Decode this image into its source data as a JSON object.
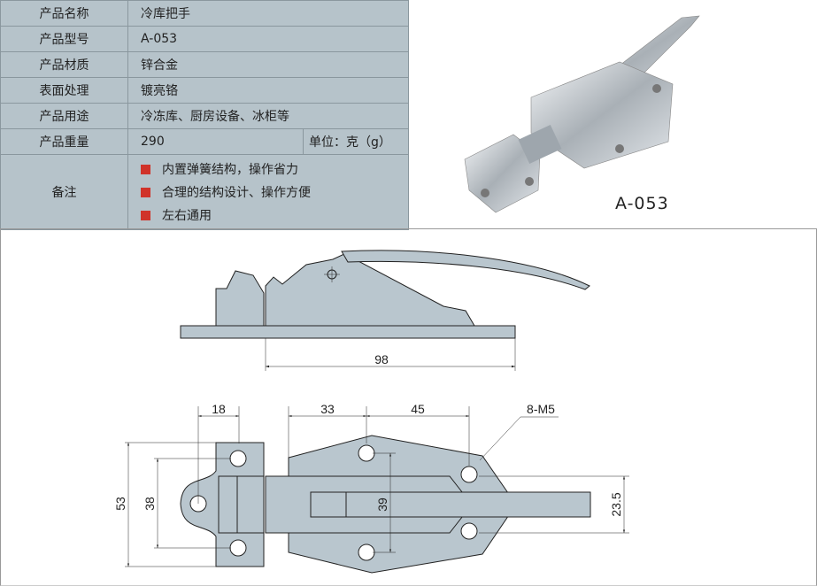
{
  "spec": {
    "rows": [
      {
        "label": "产品名称",
        "value": "冷库把手"
      },
      {
        "label": "产品型号",
        "value": "A-053"
      },
      {
        "label": "产品材质",
        "value": "锌合金"
      },
      {
        "label": "表面处理",
        "value": "镀亮铬"
      },
      {
        "label": "产品用途",
        "value": "冷冻库、厨房设备、冰柜等"
      },
      {
        "label": "产品重量",
        "value": "290",
        "unit": "单位：克（g）"
      }
    ],
    "notes_label": "备注",
    "notes": [
      "内置弹簧结构，操作省力",
      "合理的结构设计、操作方便",
      "左右通用"
    ]
  },
  "photo_label": "A-053",
  "dimensions": {
    "d98": "98",
    "d18": "18",
    "d33": "33",
    "d45": "45",
    "m5": "8-M5",
    "d53": "53",
    "d38": "38",
    "d39": "39",
    "d235": "23.5"
  },
  "colors": {
    "table_bg": "#b6c3ca",
    "bullet": "#d0332a",
    "part_fill": "#b9c6ce"
  }
}
